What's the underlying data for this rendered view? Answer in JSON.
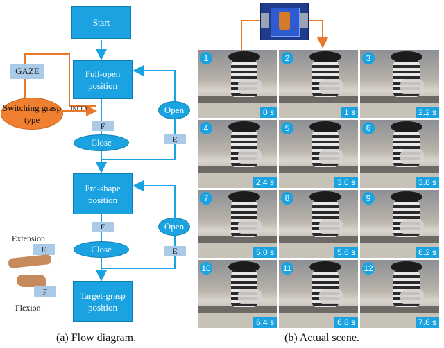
{
  "flow": {
    "start": "Start",
    "full_open": "Full-open position",
    "close_1": "Close",
    "pre_shape": "Pre-shape position",
    "close_2": "Close",
    "target_grasp": "Target-grasp position",
    "open_1": "Open",
    "open_2": "Open",
    "gaze": "GAZE",
    "switching": "Switching grasp type",
    "index": "INDEX",
    "f": "F",
    "e": "E"
  },
  "legend": {
    "extension": "Extension",
    "flexion": "Flexion",
    "e": "E",
    "f": "F"
  },
  "captions": {
    "a": "(a) Flow diagram.",
    "b": "(b) Actual scene."
  },
  "frames": [
    {
      "n": "1",
      "t": "0 s"
    },
    {
      "n": "2",
      "t": "1 s"
    },
    {
      "n": "3",
      "t": "2.2 s"
    },
    {
      "n": "4",
      "t": "2.4 s"
    },
    {
      "n": "5",
      "t": "3.0 s"
    },
    {
      "n": "6",
      "t": "3.8 s"
    },
    {
      "n": "7",
      "t": "5.0 s"
    },
    {
      "n": "8",
      "t": "5.6 s"
    },
    {
      "n": "9",
      "t": "6.2 s"
    },
    {
      "n": "10",
      "t": "6.4 s"
    },
    {
      "n": "11",
      "t": "6.8 s"
    },
    {
      "n": "12",
      "t": "7.6 s"
    }
  ],
  "colors": {
    "blue": "#1aa3e0",
    "tag": "#a9cbe8",
    "orange": "#f08030",
    "line_orange": "#e8782a"
  }
}
